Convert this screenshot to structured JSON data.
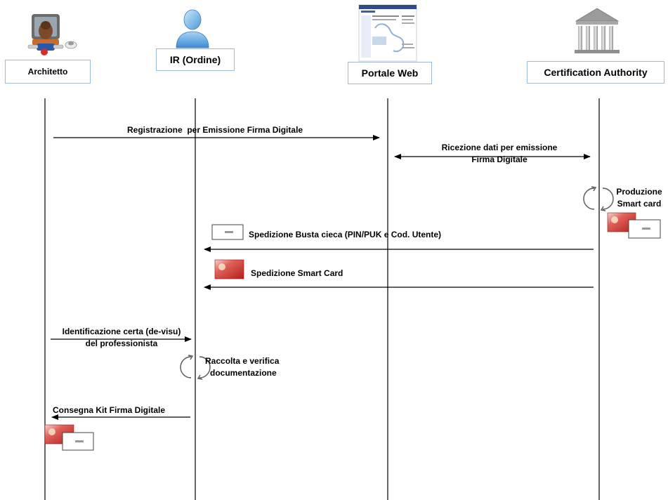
{
  "actors": [
    {
      "id": "architetto",
      "label": "Architetto",
      "icon": "computer-user-icon"
    },
    {
      "id": "ordine",
      "label": "IR (Ordine)",
      "icon": "person-icon"
    },
    {
      "id": "portale",
      "label": "Portale Web",
      "icon": "web-page-icon"
    },
    {
      "id": "ca",
      "label": "Certification Authority",
      "icon": "building-icon"
    }
  ],
  "messages": {
    "registrazione": "Registrazione  per Emissione Firma Digitale",
    "ricezione_line1": "Ricezione dati per emissione",
    "ricezione_line2": "Firma Digitale",
    "produzione_line1": "Produzione",
    "produzione_line2": "Smart card",
    "busta": "Spedizione Busta cieca (PIN/PUK e Cod. Utente)",
    "smartcard": "Spedizione Smart Card",
    "identificazione_line1": "Identificazione certa (de-visu)",
    "identificazione_line2": "del professionista",
    "raccolta_line1": "Raccolta e verifica",
    "raccolta_line2": "documentazione",
    "consegna": "Consegna Kit Firma Digitale"
  },
  "icons": {
    "smart_card": "smart-card-icon",
    "envelope": "envelope-icon",
    "process": "cycle-arrows-icon"
  },
  "colors": {
    "box_border": "#9dbad8",
    "card_red": "#c9302c"
  }
}
